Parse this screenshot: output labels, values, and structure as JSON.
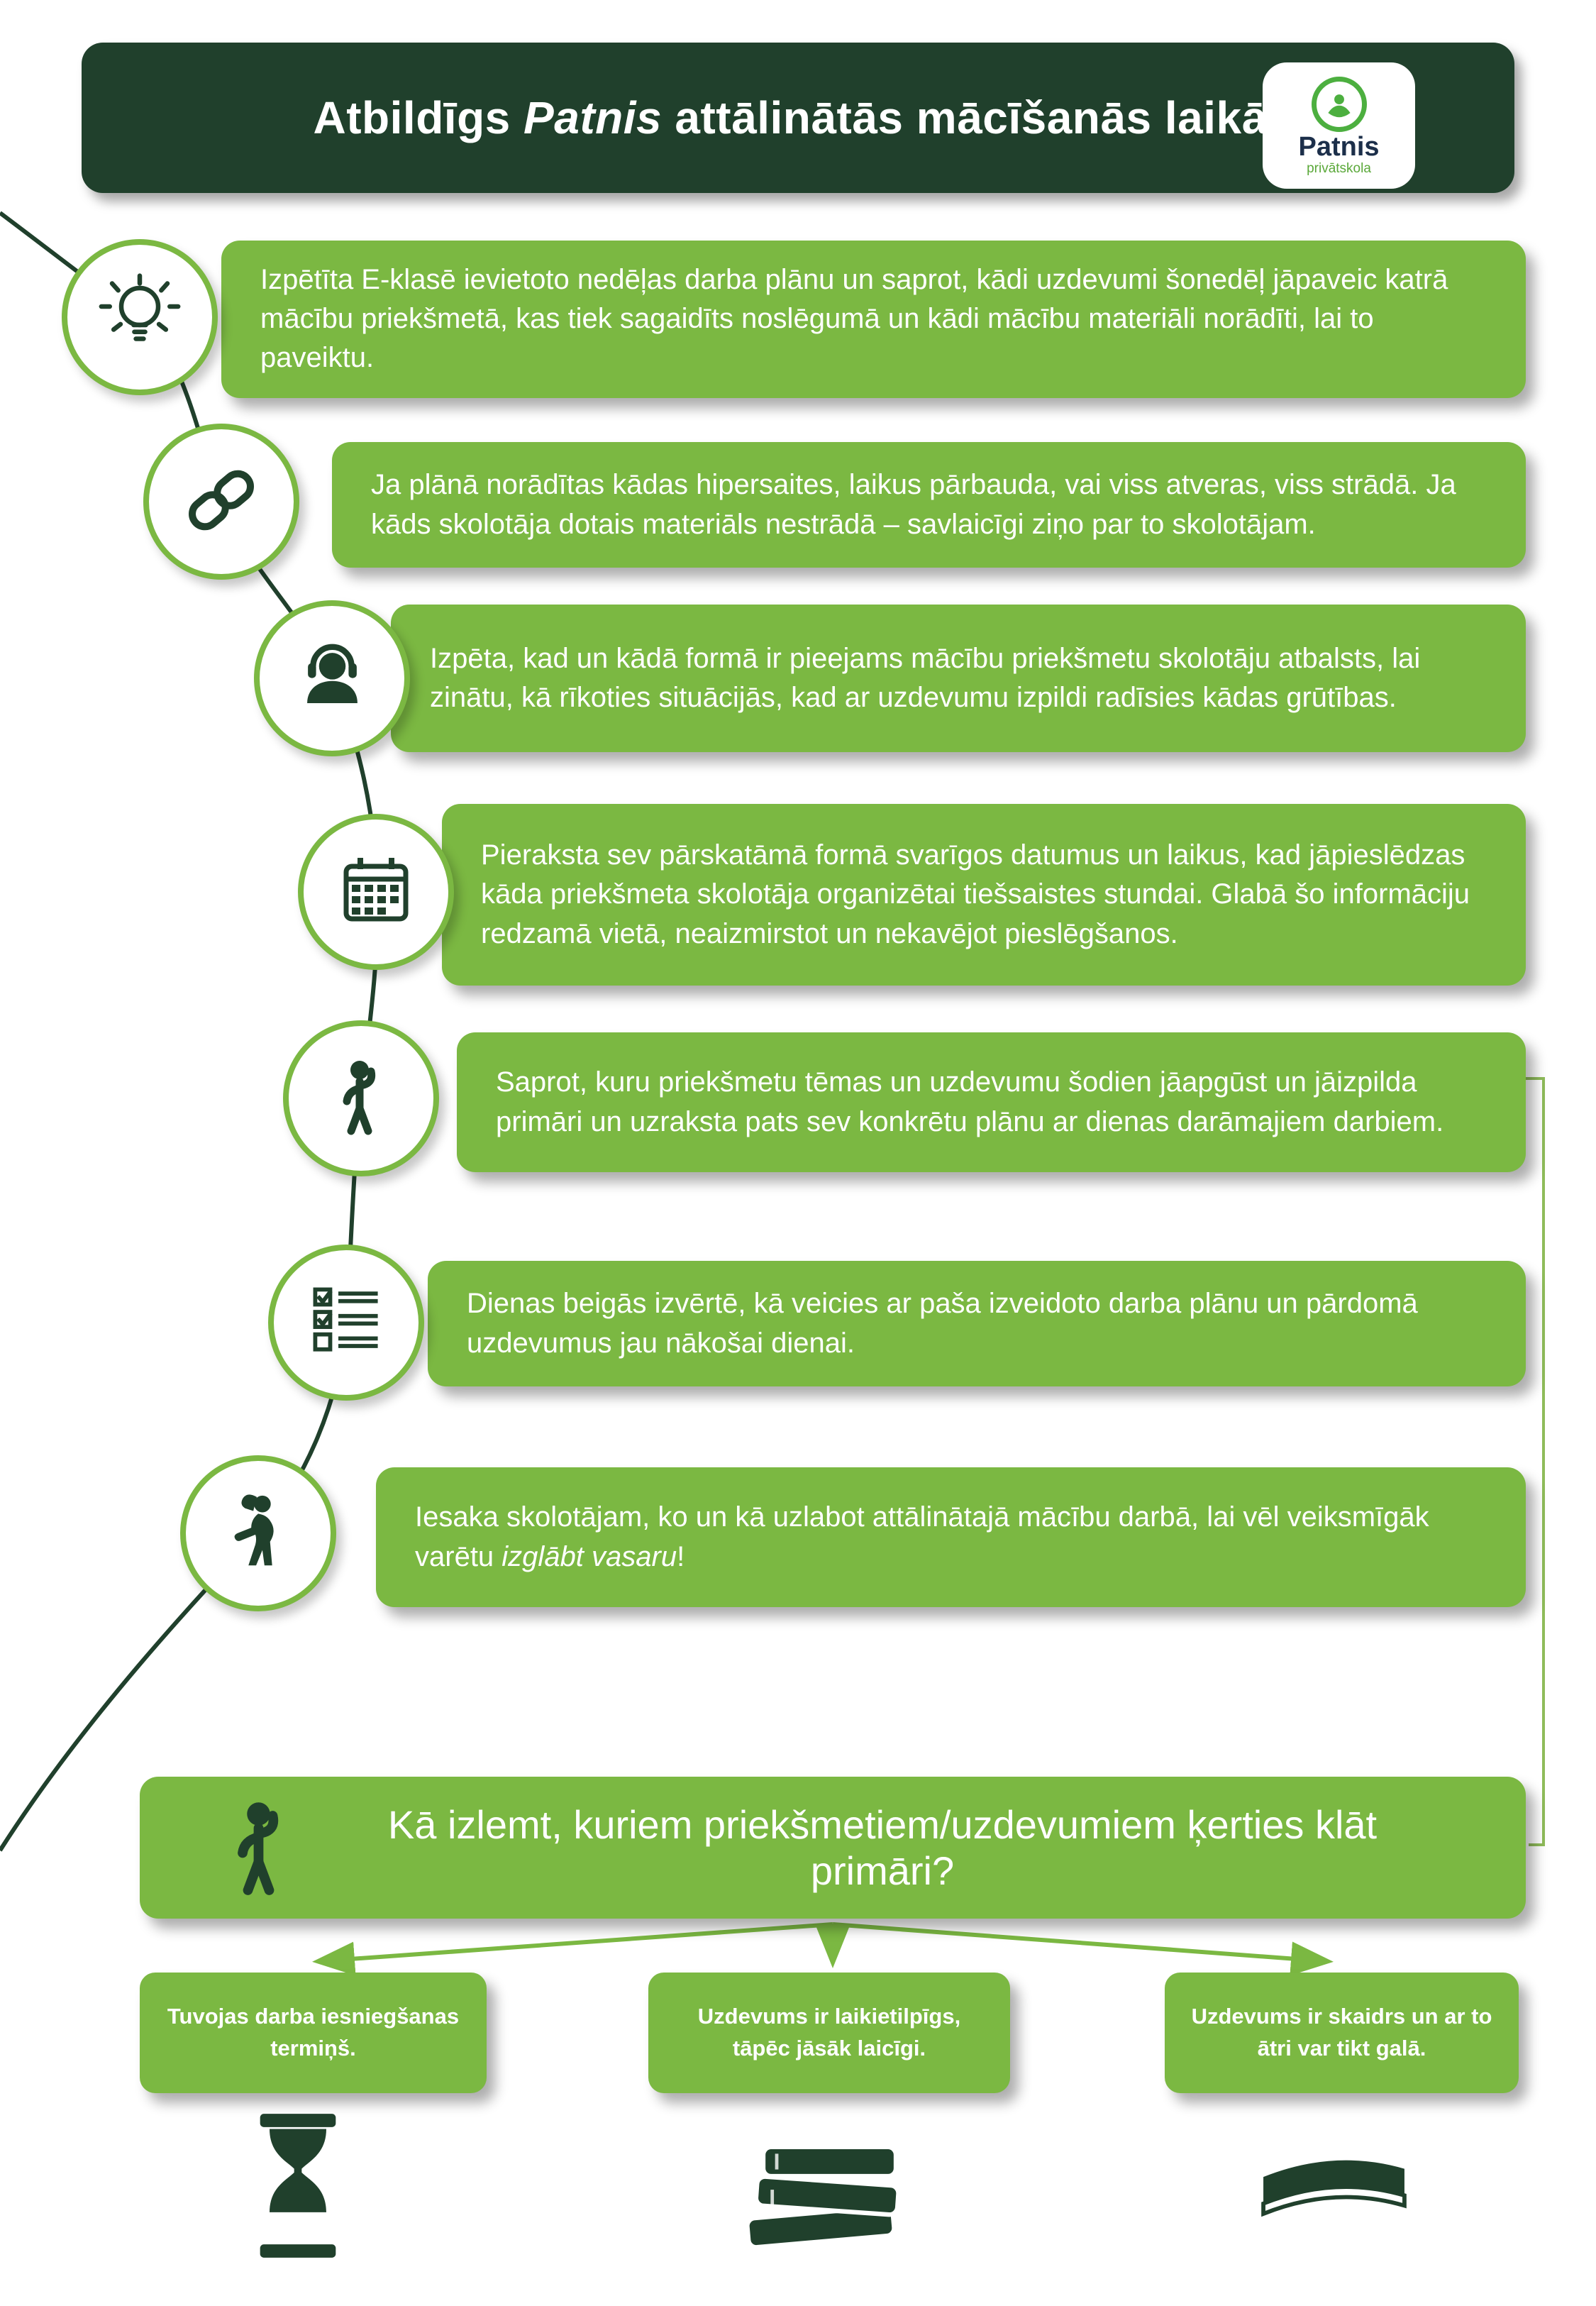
{
  "header": {
    "title_prefix": "Atbildīgs ",
    "title_italic": "Patnis",
    "title_suffix": " attālinātās mācīšanās laikā:",
    "logo": {
      "name": "Patnis",
      "subtitle": "privātskola"
    }
  },
  "steps": [
    {
      "icon": "lightbulb-icon",
      "text": "Izpētīta E-klasē ievietoto nedēļas darba plānu un saprot, kādi uzdevumi šonedēļ jāpaveic katrā mācību priekšmetā, kas tiek sagaidīts noslēgumā un kādi mācību materiāli norādīti, lai to paveiktu."
    },
    {
      "icon": "chain-link-icon",
      "text": "Ja plānā norādītas kādas hipersaites, laikus pārbauda, vai viss atveras, viss strādā. Ja kāds skolotāja dotais materiāls nestrādā – savlaicīgi ziņo par to skolotājam."
    },
    {
      "icon": "headset-support-icon",
      "text": "Izpēta, kad un kādā formā ir pieejams mācību priekšmetu skolotāju atbalsts, lai zinātu, kā rīkoties situācijās, kad ar uzdevumu izpildi radīsies kādas grūtības."
    },
    {
      "icon": "calendar-icon",
      "text": "Pieraksta sev pārskatāmā formā svarīgos datumus un laikus, kad jāpieslēdzas kāda priekšmeta skolotāja organizētai tiešsaistes stundai. Glabā šo informāciju redzamā vietā, neaizmirstot un nekavējot pieslēgšanos."
    },
    {
      "icon": "thinking-person-icon",
      "text": "Saprot, kuru priekšmetu tēmas un uzdevumu šodien jāapgūst un jāizpilda primāri un uzraksta pats sev konkrētu plānu ar dienas darāmajiem darbiem."
    },
    {
      "icon": "checklist-icon",
      "text": "Dienas beigās izvērtē, kā veicies ar paša izveidoto darba plānu un pārdomā uzdevumus jau nākošai dienai."
    },
    {
      "icon": "speaking-person-icon",
      "text_prefix": "Iesaka skolotājam, ko un kā uzlabot attālinātajā mācību darbā, lai vēl veiksmīgāk varētu ",
      "text_italic": "izglābt vasaru",
      "text_suffix": "!"
    }
  ],
  "question": {
    "icon": "thinking-person-icon",
    "text": "Kā izlemt, kuriem priekšmetiem/uzdevumiem  ķerties klāt primāri?"
  },
  "reasons": [
    {
      "icon": "hourglass-icon",
      "text": "Tuvojas darba iesniegšanas termiņš."
    },
    {
      "icon": "book-stack-icon",
      "text": "Uzdevums ir laikietilpīgs, tāpēc jāsāk laicīgi."
    },
    {
      "icon": "book-icon",
      "text": "Uzdevums ir skaidrs un ar to ātri var tikt galā."
    }
  ],
  "colors": {
    "header_bg": "#20402c",
    "card_green": "#7bb842",
    "icon_dark": "#20402c",
    "logo_green": "#4caf3f"
  }
}
